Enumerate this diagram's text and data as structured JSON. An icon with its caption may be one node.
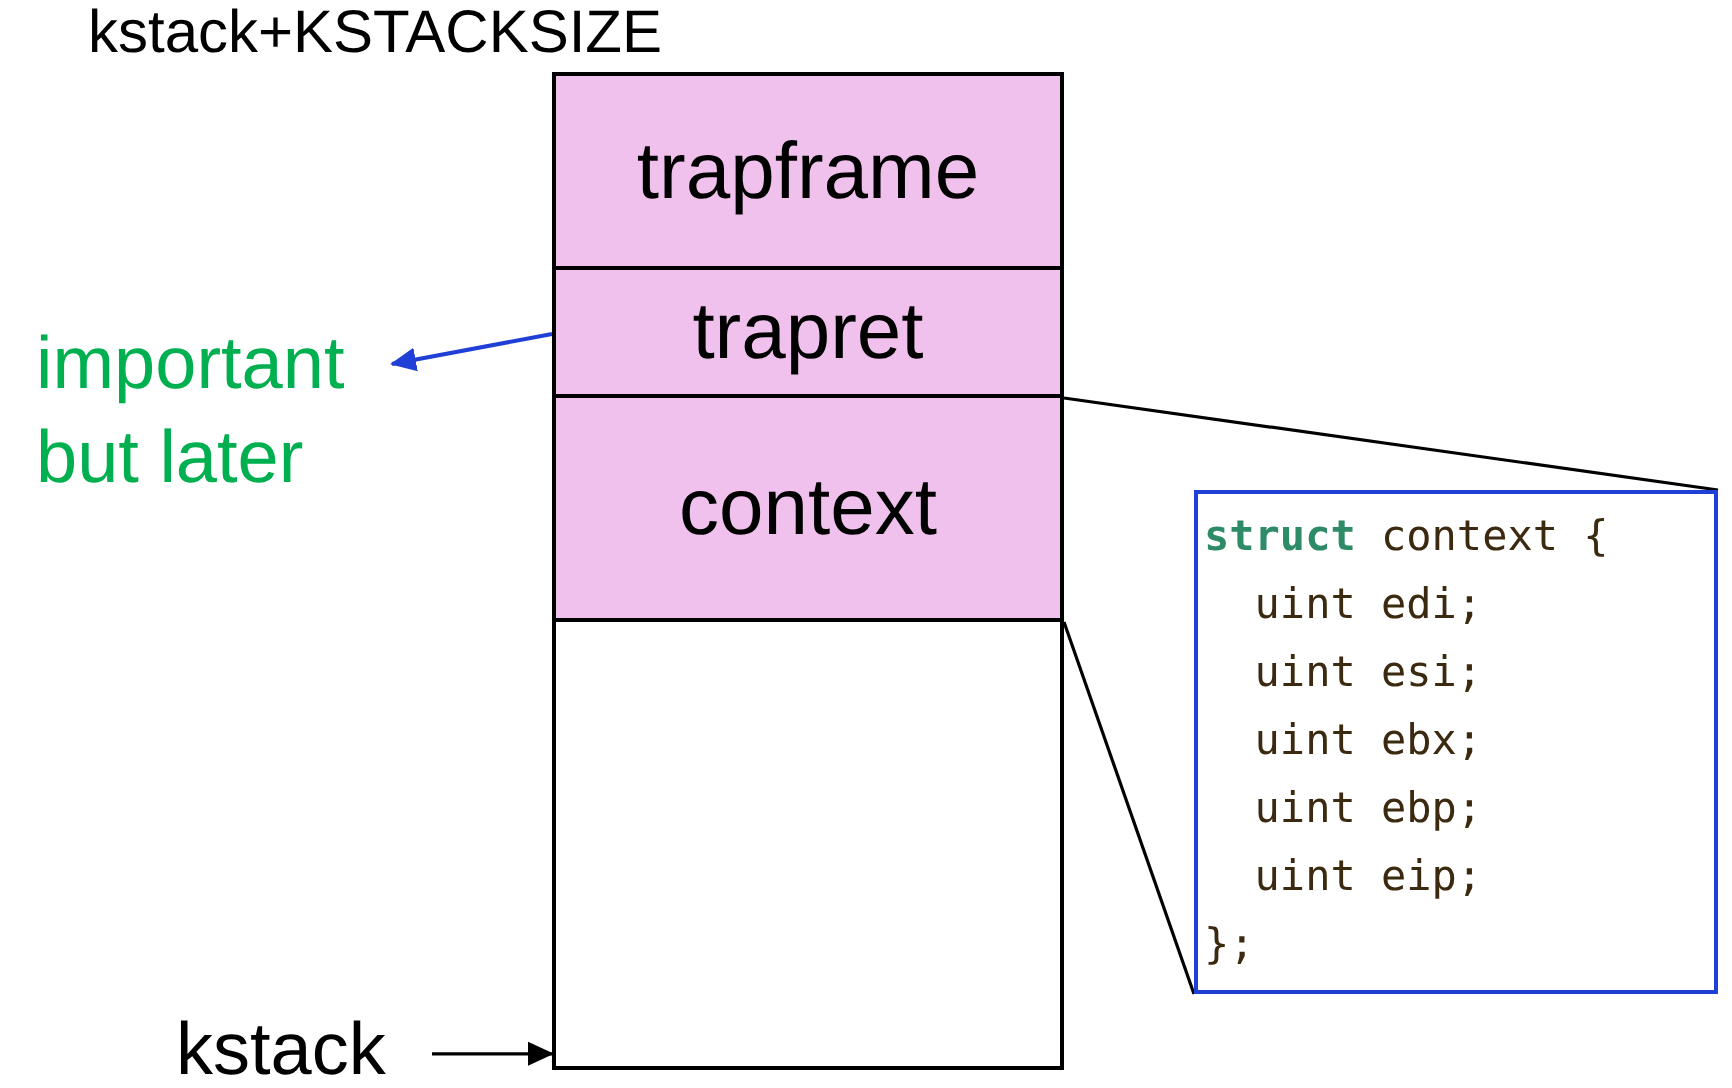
{
  "diagram": {
    "nodes": [
      {
        "text": [
          "trapframe"
        ]
      },
      {
        "text": [
          "trapret"
        ]
      },
      {
        "text": [
          "context"
        ]
      },
      {
        "text": [],
        "shape": "box"
      },
      {
        "text": [
          "important but later"
        ]
      },
      {
        "text": [
          "kstack"
        ]
      },
      {
        "text": [
          "struct context {",
          "  uint edi;",
          "  uint esi;",
          "  uint ebx;",
          "  uint ebp;",
          "  uint eip;",
          "};"
        ]
      }
    ],
    "edges": [
      {
        "from": 1,
        "to": 4,
        "arrow": "to",
        "color": "#1f3fd6"
      },
      {
        "from": 5,
        "to": 3,
        "arrow": "to"
      },
      {
        "from": 2,
        "to": 6,
        "arrow": "none"
      },
      {
        "from": 2,
        "to": 6,
        "arrow": "none"
      }
    ],
    "labels": [
      "kstack+KSTACKSIZE"
    ]
  }
}
